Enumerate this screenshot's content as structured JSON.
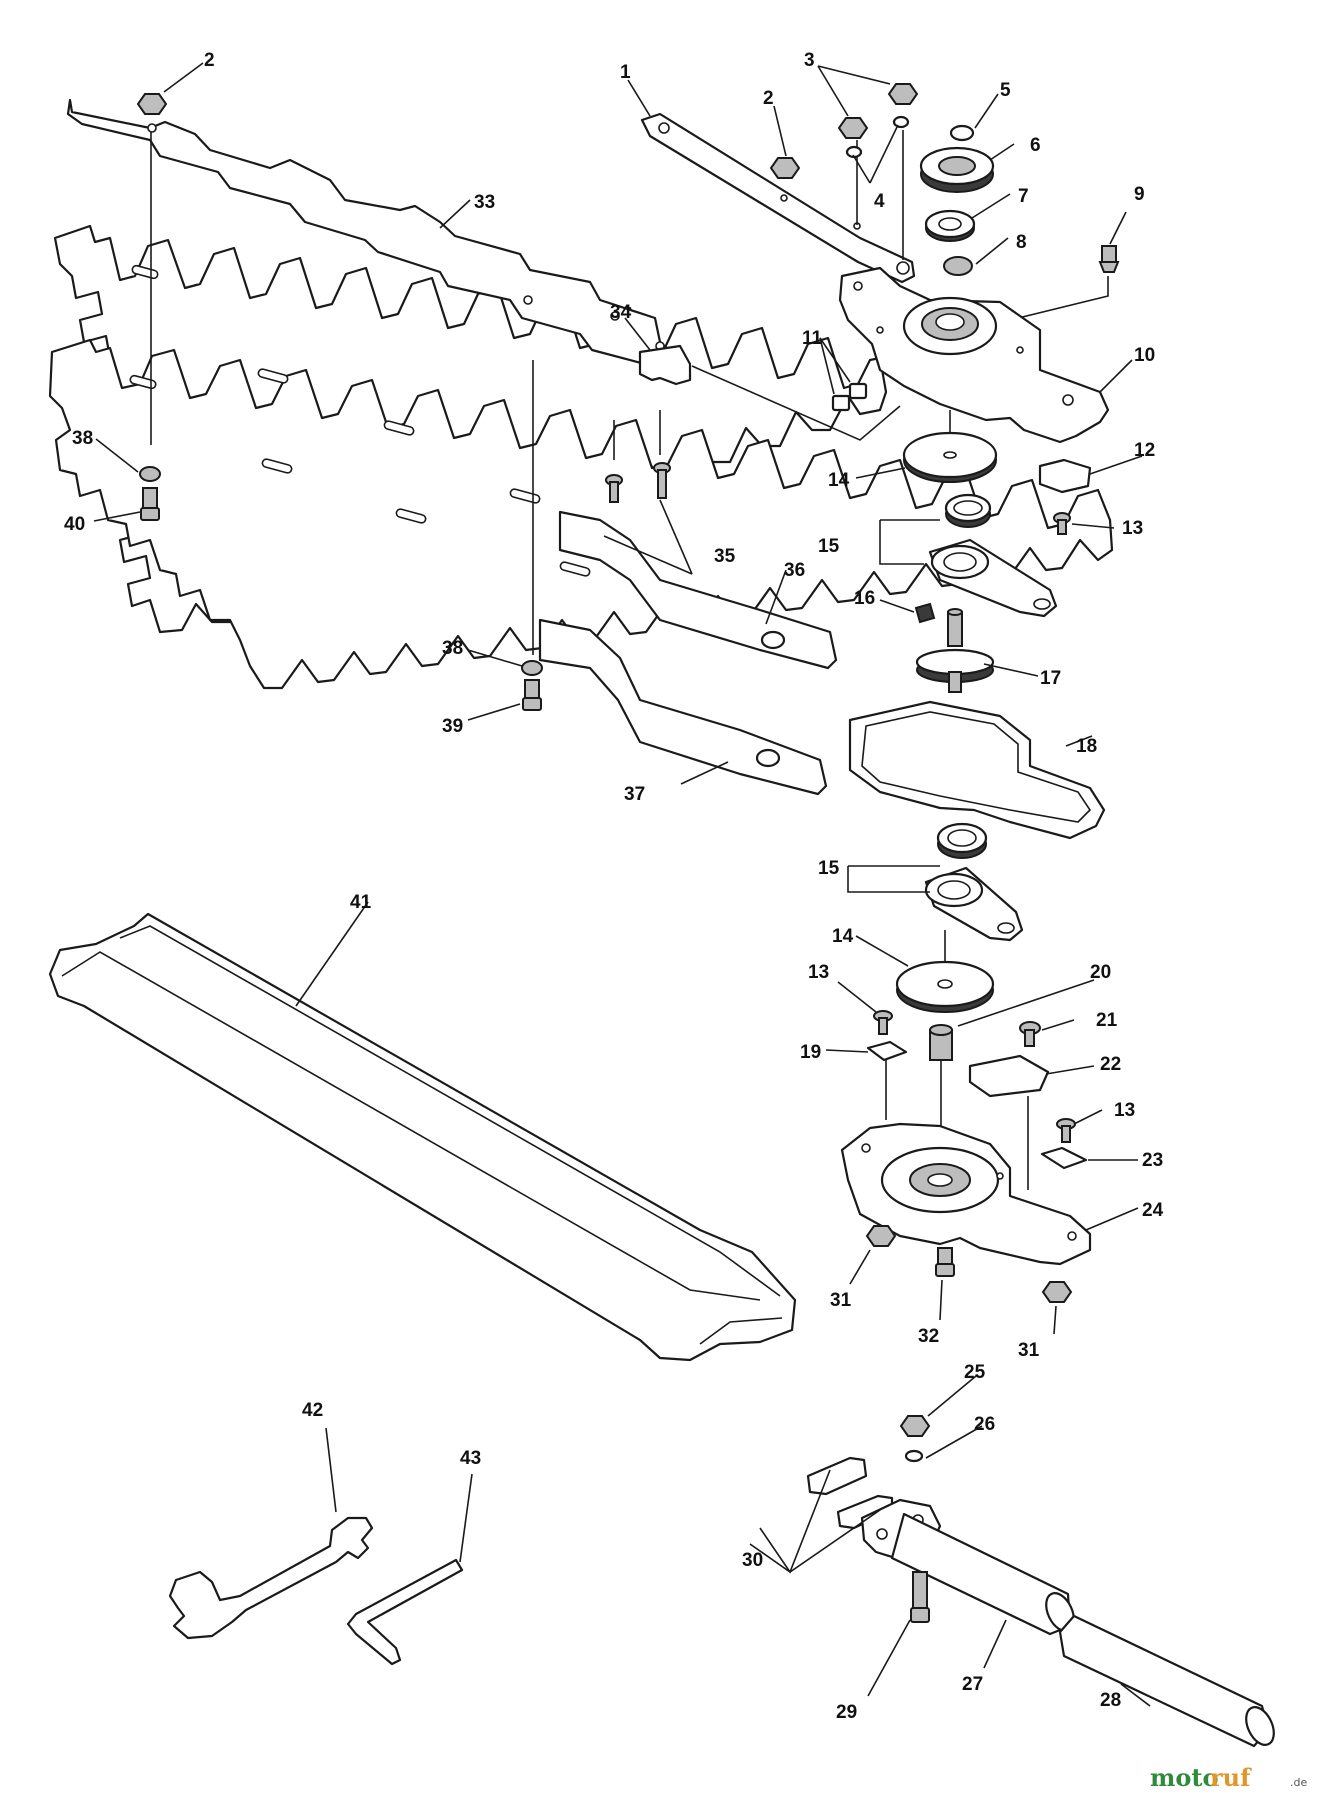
{
  "diagram": {
    "callouts": [
      "1",
      "2",
      "3",
      "4",
      "5",
      "6",
      "7",
      "8",
      "9",
      "10",
      "11",
      "12",
      "13",
      "14",
      "15",
      "16",
      "17",
      "18",
      "19",
      "20",
      "21",
      "22",
      "23",
      "24",
      "25",
      "26",
      "27",
      "28",
      "29",
      "30",
      "31",
      "32",
      "33",
      "34",
      "35",
      "36",
      "37",
      "38",
      "39",
      "40",
      "41",
      "42",
      "43"
    ]
  },
  "watermark": {
    "text_1": "moto",
    "text_2": "ruf",
    "text_3": ".de"
  }
}
